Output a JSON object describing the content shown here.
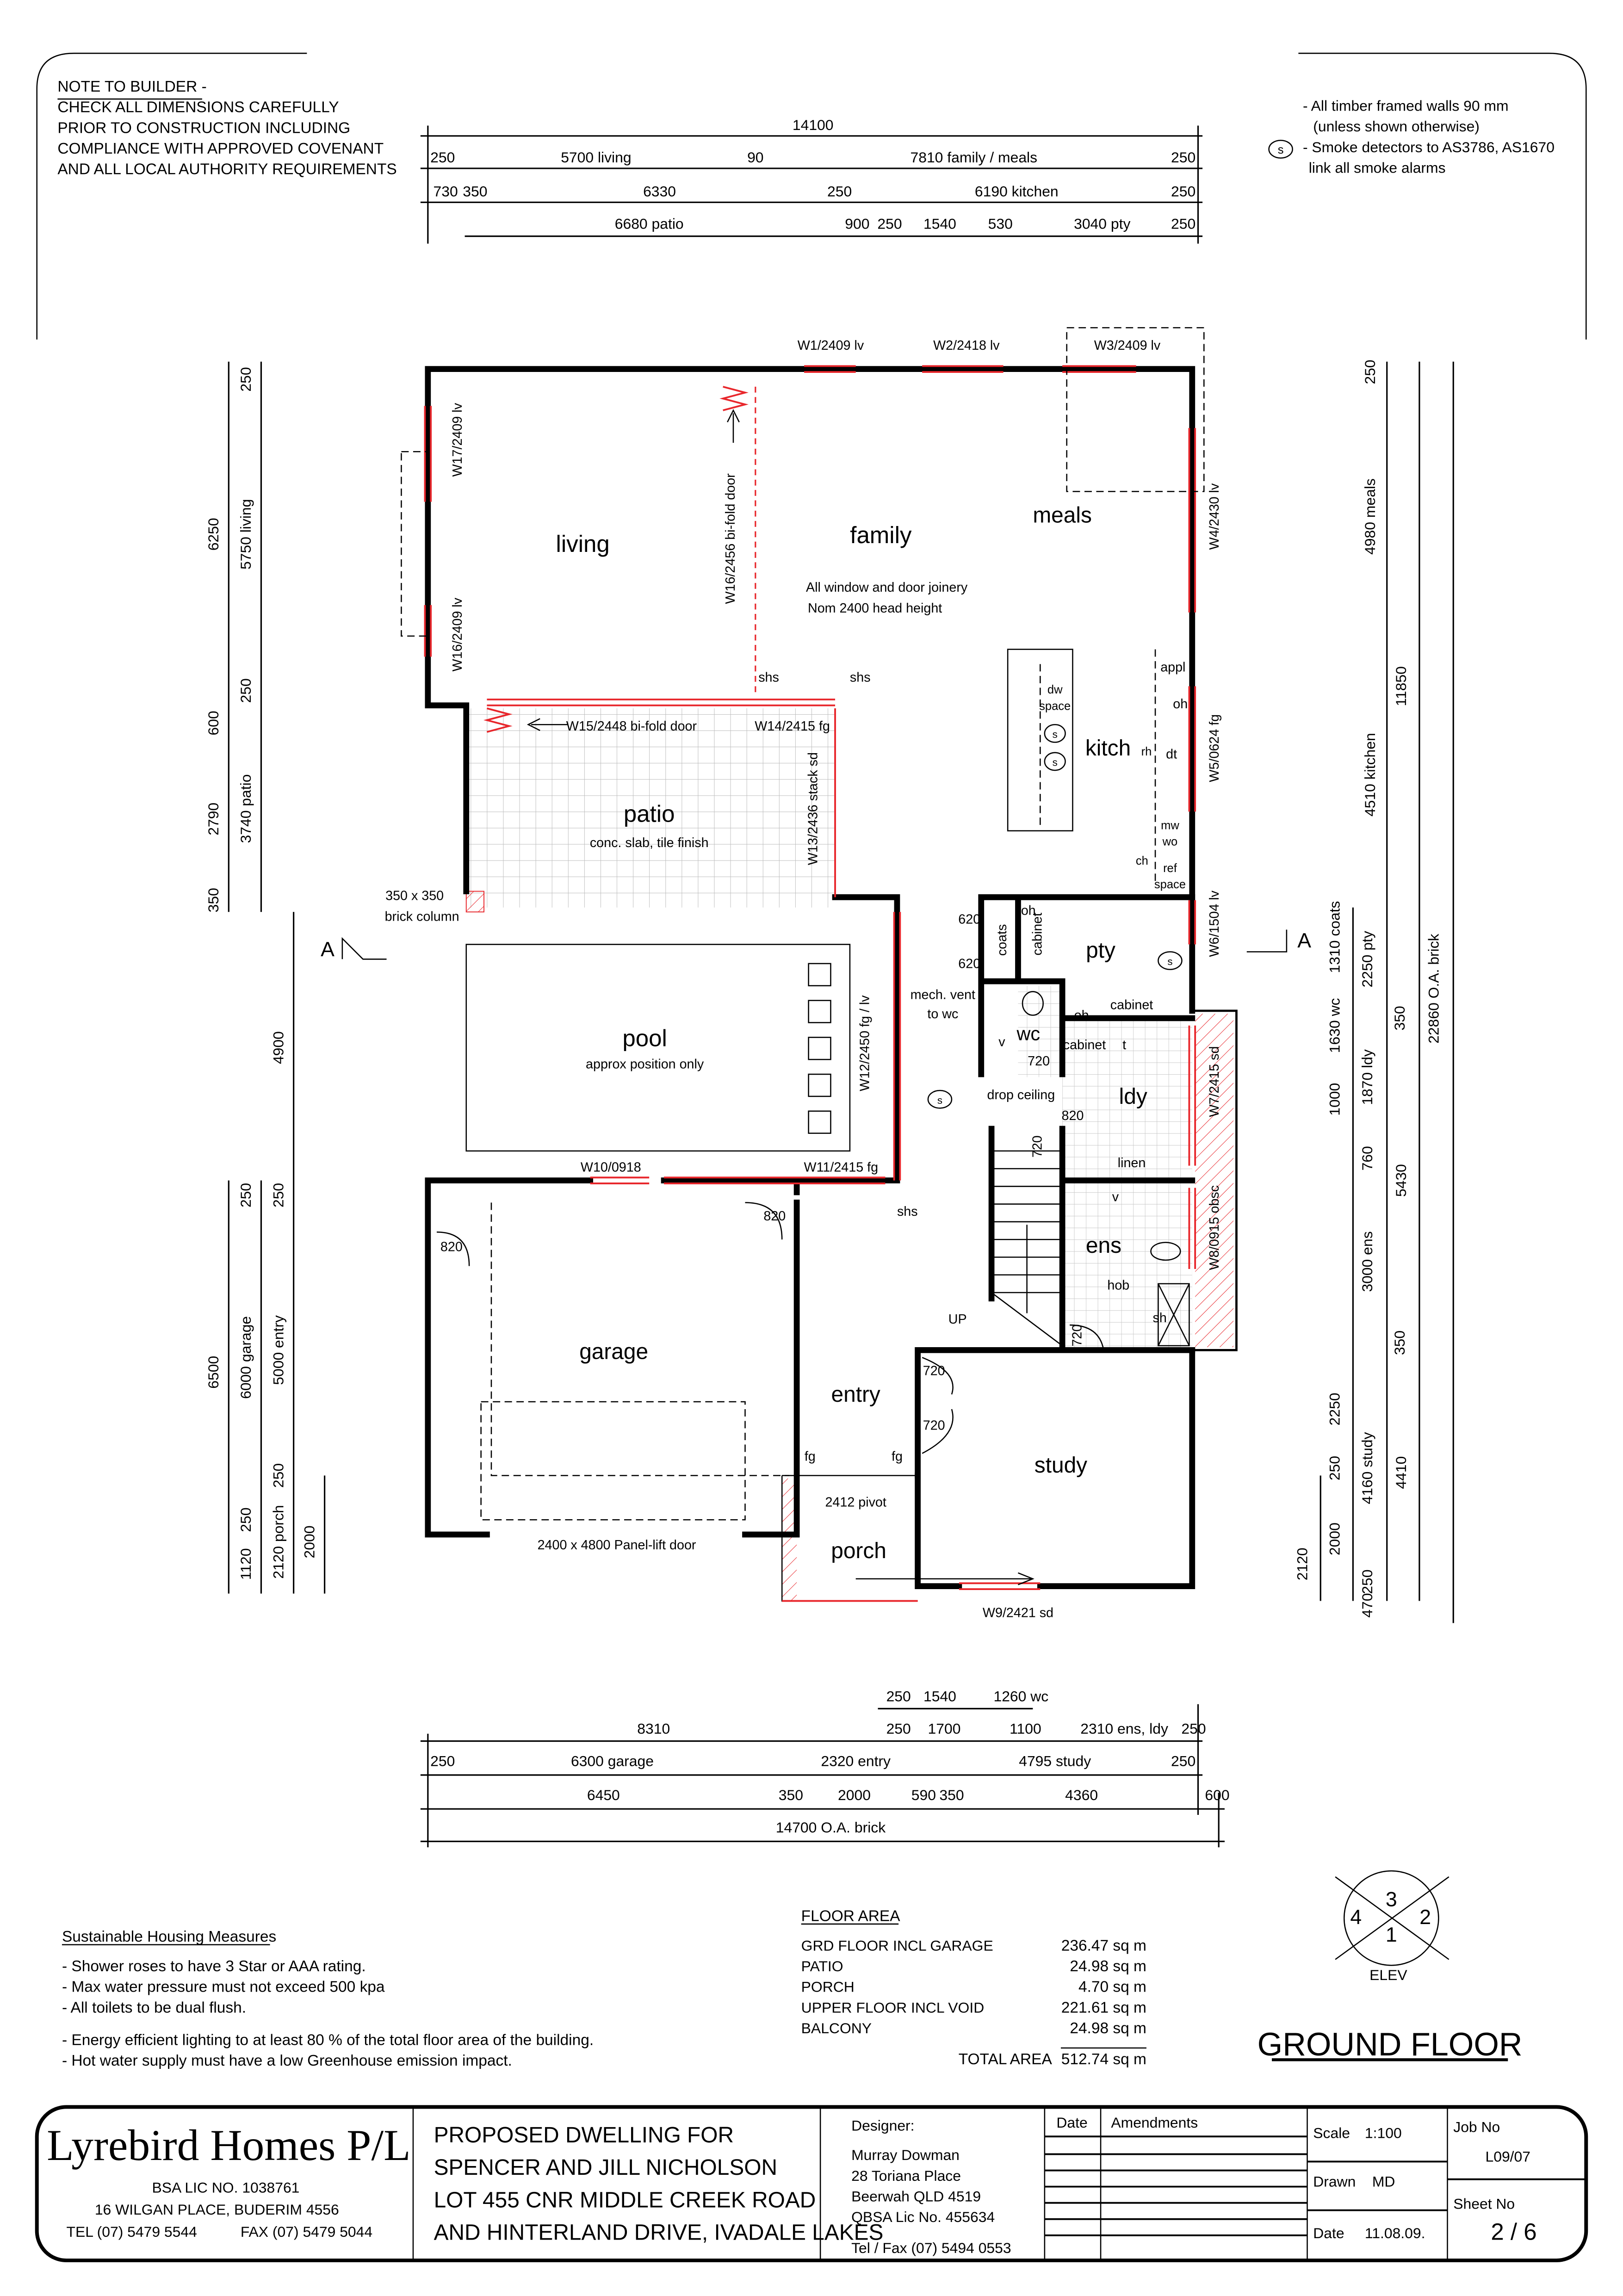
{
  "notes": {
    "builder": [
      "NOTE TO BUILDER -",
      "CHECK ALL DIMENSIONS CAREFULLY",
      "PRIOR TO CONSTRUCTION INCLUDING",
      "COMPLIANCE WITH APPROVED COVENANT",
      "AND ALL LOCAL AUTHORITY REQUIREMENTS"
    ],
    "general": [
      "- All timber framed walls 90 mm",
      "(unless shown otherwise)",
      "- Smoke detectors to AS3786, AS1670",
      "link all smoke alarms"
    ],
    "smoke_symbol": "s"
  },
  "dims": {
    "top": [
      "14100",
      "250",
      "5700 living",
      "90",
      "7810 family / meals",
      "250",
      "730",
      "350",
      "6330",
      "250",
      "6190 kitchen",
      "250",
      "6680 patio",
      "900",
      "250",
      "1540",
      "530",
      "3040 pty",
      "250"
    ],
    "bottom": [
      "250",
      "1540",
      "1260 wc",
      "8310",
      "250",
      "1700",
      "1100",
      "2310 ens, ldy",
      "250",
      "250",
      "6300 garage",
      "2320 entry",
      "4795 study",
      "250",
      "6450",
      "350",
      "2000",
      "590",
      "350",
      "4360",
      "600",
      "14700 O.A. brick"
    ],
    "left": [
      "6250",
      "600",
      "2790",
      "350",
      "6500",
      "1120",
      "250",
      "5750 living",
      "250",
      "3740 patio",
      "4900",
      "250",
      "6000 garage",
      "250",
      "250",
      "5000 entry",
      "250",
      "2120 porch",
      "2000"
    ],
    "right": [
      "250",
      "4980 meals",
      "4510 kitchen",
      "11850",
      "1310 coats",
      "2250 pty",
      "1630 wc",
      "350",
      "1870 ldy",
      "1000",
      "760",
      "5430",
      "3000 ens",
      "350",
      "2250",
      "22860 O.A. brick",
      "250",
      "4160 study",
      "4410",
      "2120",
      "2000",
      "250",
      "470"
    ]
  },
  "rooms": {
    "living": "living",
    "family": "family",
    "meals": "meals",
    "kitch": "kitch",
    "joinery_note_1": "All window and door joinery",
    "joinery_note_2": "Nom 2400 head height",
    "patio": "patio",
    "patio_note": "conc. slab, tile finish",
    "pool": "pool",
    "pool_note": "approx position only",
    "garage": "garage",
    "entry": "entry",
    "study": "study",
    "porch": "porch",
    "pty": "pty",
    "wc": "wc",
    "ldy": "ldy",
    "ens": "ens",
    "linen": "linen",
    "coats": "coats"
  },
  "fixtures": [
    "oh",
    "cabinet",
    "cabinet",
    "oh",
    "cabinet",
    "t",
    "drop ceiling",
    "820",
    "720",
    "720",
    "v",
    "v",
    "hob",
    "sh",
    "720",
    "mech. vent",
    "to wc",
    "620",
    "620",
    "UP",
    "appl",
    "oh",
    "dt",
    "rh",
    "dw",
    "space",
    "mw",
    "wo",
    "ref",
    "space",
    "ch",
    "shs",
    "shs",
    "shs",
    "820",
    "820",
    "720",
    "720",
    "fg",
    "fg",
    "2412 pivot",
    "350 x 350",
    "brick column",
    "2400 x 4800 Panel-lift door",
    "oh"
  ],
  "windows": [
    "W1/2409 lv",
    "W2/2418 lv",
    "W3/2409 lv",
    "W17/2409 lv",
    "W16/2409 lv",
    "W16/2456 bi-fold door",
    "W4/2430 lv",
    "W5/0624 fg",
    "W6/1504 lv",
    "W7/2415 sd",
    "W8/0915 obsc",
    "W15/2448 bi-fold door",
    "W14/2415 fg",
    "W13/2436 stack sd",
    "W12/2450 fg / lv",
    "W10/0918",
    "W11/2415 fg",
    "W9/2421 sd"
  ],
  "section_marker": "A",
  "sustainable": {
    "title": "Sustainable Housing Measures",
    "items": [
      "- Shower roses to have 3 Star or AAA rating.",
      "- Max water pressure must not exceed 500 kpa",
      "- All toilets to be dual flush.",
      "- Energy efficient lighting to at least 80 % of the total floor area of the building.",
      "- Hot water supply must have a low Greenhouse emission impact."
    ]
  },
  "floor_area": {
    "title": "FLOOR AREA",
    "rows": [
      {
        "label": "GRD FLOOR INCL GARAGE",
        "value": "236.47 sq m"
      },
      {
        "label": "PATIO",
        "value": "24.98 sq m"
      },
      {
        "label": "PORCH",
        "value": "4.70 sq m"
      },
      {
        "label": "UPPER FLOOR INCL VOID",
        "value": "221.61 sq m"
      },
      {
        "label": "BALCONY",
        "value": "24.98 sq m"
      }
    ],
    "total_label": "TOTAL AREA",
    "total_value": "512.74 sq m"
  },
  "elevation": {
    "numbers": [
      "3",
      "2",
      "1",
      "4"
    ],
    "label": "ELEV"
  },
  "sheet_title": "GROUND FLOOR",
  "title_block": {
    "company": "Lyrebird Homes P/L",
    "licence": "BSA LIC NO. 1038761",
    "address": "16 WILGAN PLACE, BUDERIM 4556",
    "tel": "TEL   (07)  5479 5544",
    "fax": "FAX  (07) 5479 5044",
    "project": [
      "PROPOSED DWELLING FOR",
      "SPENCER AND JILL NICHOLSON",
      "LOT 455 CNR MIDDLE CREEK ROAD",
      "AND HINTERLAND DRIVE, IVADALE LAKES"
    ],
    "designer_label": "Designer:",
    "designer": [
      "Murray Dowman",
      "28 Toriana Place",
      "Beerwah QLD 4519",
      "QBSA Lic No. 455634",
      "Tel / Fax  (07) 5494 0553"
    ],
    "date_col": "Date",
    "amendments_col": "Amendments",
    "scale_label": "Scale",
    "scale": "1:100",
    "drawn_label": "Drawn",
    "drawn": "MD",
    "date_label": "Date",
    "date": "11.08.09.",
    "job_label": "Job No",
    "job": "L09/07",
    "sheet_label": "Sheet No",
    "sheet": "2 / 6"
  },
  "colors": {
    "window": "#e8262b",
    "wall": "#000000",
    "tile": "#bdbdbd"
  }
}
